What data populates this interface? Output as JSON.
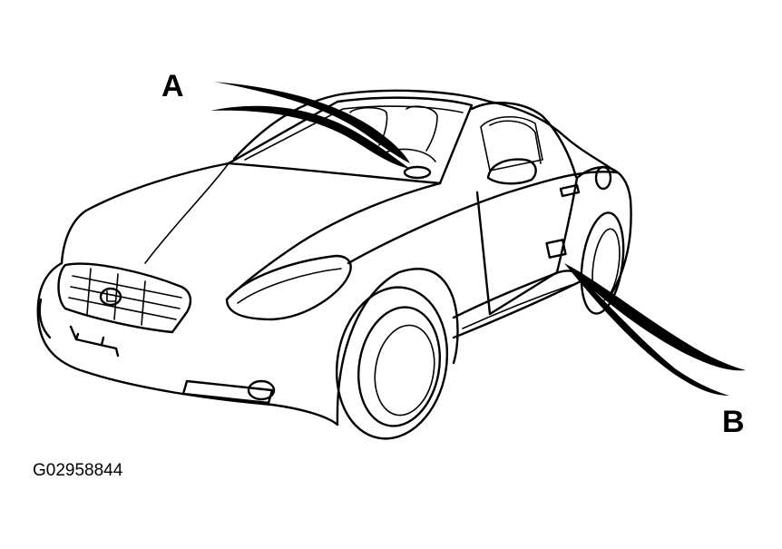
{
  "callouts": {
    "a": "A",
    "b": "B"
  },
  "figure_id": "G02958844",
  "colors": {
    "line": "#000000",
    "background": "#ffffff"
  }
}
